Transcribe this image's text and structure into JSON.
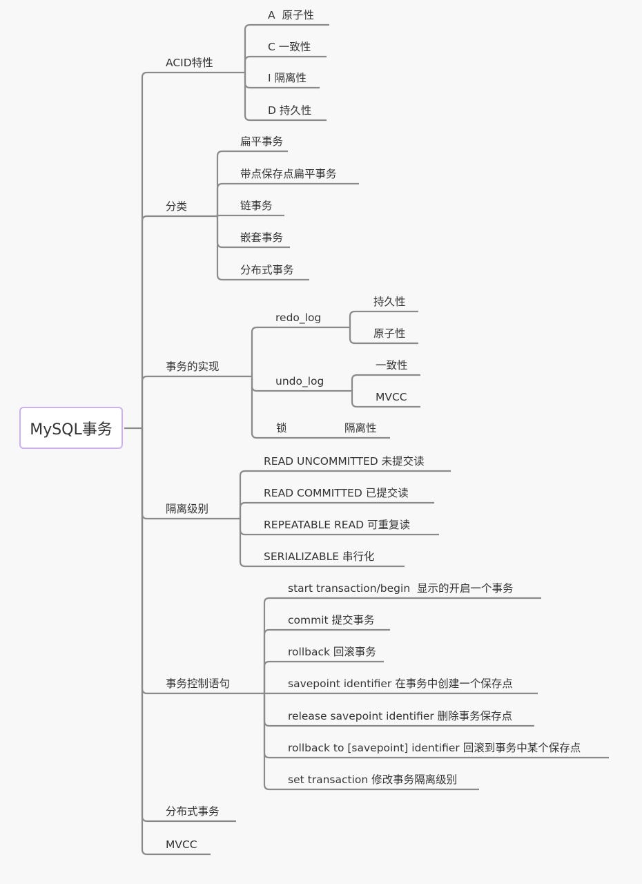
{
  "root": "MySQL事务",
  "colors": {
    "line": "#8a8a8a",
    "root_border": "#cdb0ee",
    "background": "#f8f8f8"
  },
  "branches": [
    {
      "label": "ACID特性",
      "children": [
        {
          "label": "A  原子性"
        },
        {
          "label": "C 一致性"
        },
        {
          "label": "I 隔离性"
        },
        {
          "label": "D 持久性"
        }
      ]
    },
    {
      "label": "分类",
      "children": [
        {
          "label": "扁平事务"
        },
        {
          "label": "带点保存点扁平事务"
        },
        {
          "label": "链事务"
        },
        {
          "label": "嵌套事务"
        },
        {
          "label": "分布式事务"
        }
      ]
    },
    {
      "label": "事务的实现",
      "children": [
        {
          "label": "redo_log",
          "children": [
            {
              "label": "持久性"
            },
            {
              "label": "原子性"
            }
          ]
        },
        {
          "label": "undo_log",
          "children": [
            {
              "label": "一致性"
            },
            {
              "label": "MVCC"
            }
          ]
        },
        {
          "label": "锁",
          "children": [
            {
              "label": "隔离性"
            }
          ]
        }
      ]
    },
    {
      "label": "隔离级别",
      "children": [
        {
          "label": "READ UNCOMMITTED 未提交读"
        },
        {
          "label": "READ COMMITTED 已提交读"
        },
        {
          "label": "REPEATABLE READ 可重复读"
        },
        {
          "label": "SERIALIZABLE 串行化"
        }
      ]
    },
    {
      "label": "事务控制语句",
      "children": [
        {
          "label": "start transaction/begin  显示的开启一个事务"
        },
        {
          "label": "commit 提交事务"
        },
        {
          "label": "rollback 回滚事务"
        },
        {
          "label": "savepoint identifier 在事务中创建一个保存点"
        },
        {
          "label": "release savepoint identifier 删除事务保存点"
        },
        {
          "label": "rollback to [savepoint] identifier 回滚到事务中某个保存点"
        },
        {
          "label": "set transaction 修改事务隔离级别"
        }
      ]
    },
    {
      "label": "分布式事务"
    },
    {
      "label": "MVCC"
    }
  ]
}
